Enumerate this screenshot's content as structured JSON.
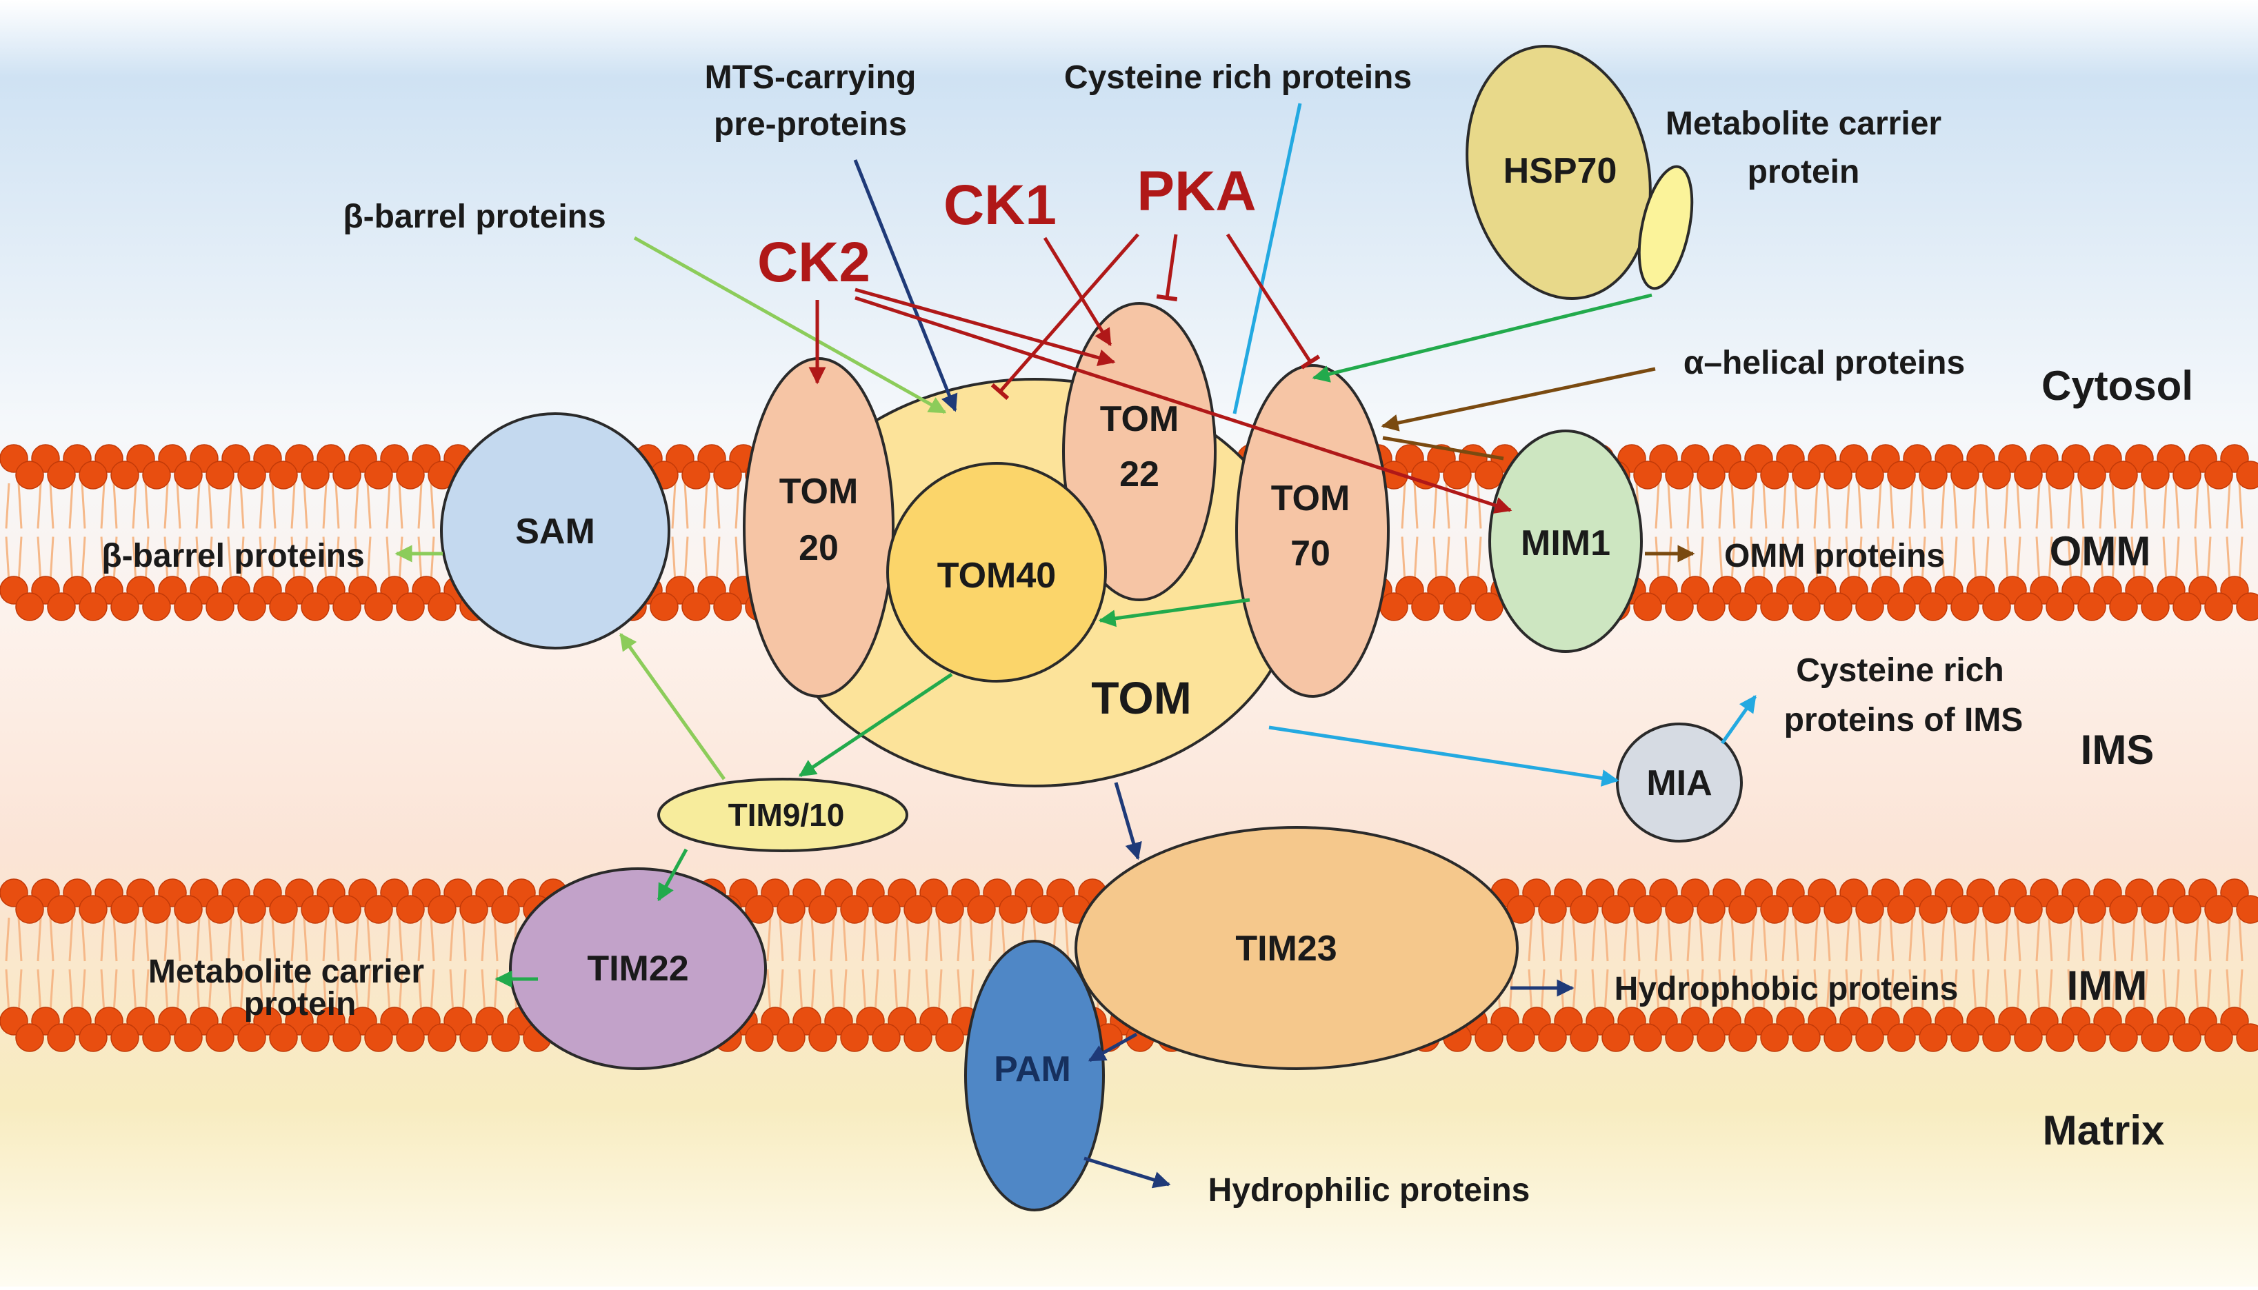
{
  "regions": {
    "cytosol": "Cytosol",
    "omm": "OMM",
    "ims": "IMS",
    "imm": "IMM",
    "matrix": "Matrix"
  },
  "complexes": {
    "tom": "TOM",
    "tom40": "TOM40",
    "tom20": [
      "TOM",
      "20"
    ],
    "tom22": [
      "TOM",
      "22"
    ],
    "tom70": [
      "TOM",
      "70"
    ],
    "sam": "SAM",
    "mim1": "MIM1",
    "mia": "MIA",
    "tim9_10": "TIM9/10",
    "tim22": "TIM22",
    "tim23": "TIM23",
    "pam": "PAM",
    "hsp70": "HSP70"
  },
  "kinases": {
    "ck2": "CK2",
    "ck1": "CK1",
    "pka": "PKA"
  },
  "labels": {
    "mts": [
      "MTS-carrying",
      "pre-proteins"
    ],
    "cysteine_rich": "Cysteine rich proteins",
    "metabolite_carrier_top": [
      "Metabolite carrier",
      "protein"
    ],
    "beta_barrel_top": "β-barrel proteins",
    "alpha_helical": "α–helical proteins",
    "beta_barrel_left": "β-barrel proteins",
    "omm_proteins": "OMM proteins",
    "cysteine_ims": [
      "Cysteine rich",
      "proteins of IMS"
    ],
    "metabolite_carrier_bottom": [
      "Metabolite carrier",
      "protein"
    ],
    "hydrophobic": "Hydrophobic proteins",
    "hydrophilic": "Hydrophilic proteins"
  },
  "colors": {
    "kinase_red": "#b01818",
    "tom_fill": "#fce39a",
    "tom40_fill": "#fbd56a",
    "tom_subunit_fill": "#f6c5a5",
    "sam_fill": "#c4d9ef",
    "mim1_fill": "#cde6c1",
    "mia_fill": "#d6dbe3",
    "tim9_fill": "#f7ec9c",
    "tim22_fill": "#c2a2c9",
    "tim23_fill": "#f5c88c",
    "pam_fill": "#4f87c6",
    "hsp70_fill": "#e8d98a",
    "lipid_head": "#e84e10",
    "lipid_tail": "#f5b889",
    "arrow_light_green": "#8ccc5a",
    "arrow_green": "#22aa4c",
    "arrow_navy": "#1f3a78",
    "arrow_blue": "#23a9e1",
    "arrow_brown": "#7a4a10"
  }
}
